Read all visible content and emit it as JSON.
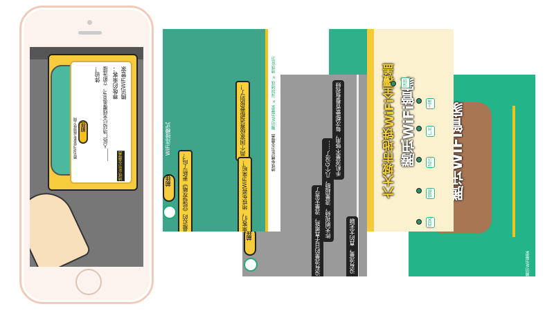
{
  "phone_popup": {
    "logo_text": "腾讯WiFi管家",
    "greeting": "尊敬的乘客：",
    "body": "_____人民广场站已全线覆盖WiFi，立即连接",
    "signoff": "体验！",
    "button": "前往",
    "footer": "腾讯WiFi管家专属地铁上网",
    "badge": "地铁WiFi全覆盖"
  },
  "poster_green": {
    "bubble1": "两个国家级赛道都要报到了！",
    "bubble2": "哎，你看最近的《延禧攻略》更新了吗？",
    "bubble3": "乘客们，地铁免费WiFi来啦！",
    "side": "WiFi连接模式",
    "button": "前往",
    "brand_line": "腾讯WiFi管家 × 深圳地铁 × 地铁WiFi",
    "bottom_line": "地铁免费WiFi全覆盖"
  },
  "poster_gray": {
    "bubble1": "手机流量不够用，每次都要省着看视频",
    "bubble2": "昨天刷视频，流量超额，几个G没了……",
    "bubble3": "没有流量的日子真难熬，流量太贵了",
    "bubble4": "没有WiFi，没有流量，真的太无聊",
    "button": "前往"
  },
  "poster_cream": {
    "title_line1": "腾讯WiFi管家",
    "title_line2": "六大城市地铁WiFi全覆盖",
    "cities": [
      "深圳",
      "上海",
      "广州",
      "武汉",
      "成都",
      "西安"
    ]
  },
  "poster_teal": {
    "title": "腾讯WiFi管家",
    "footer": "腾讯WiFi管家"
  },
  "colors": {
    "accent_green": "#3ea58b",
    "accent_yellow": "#f6cb3c",
    "teal": "#23b48a"
  }
}
